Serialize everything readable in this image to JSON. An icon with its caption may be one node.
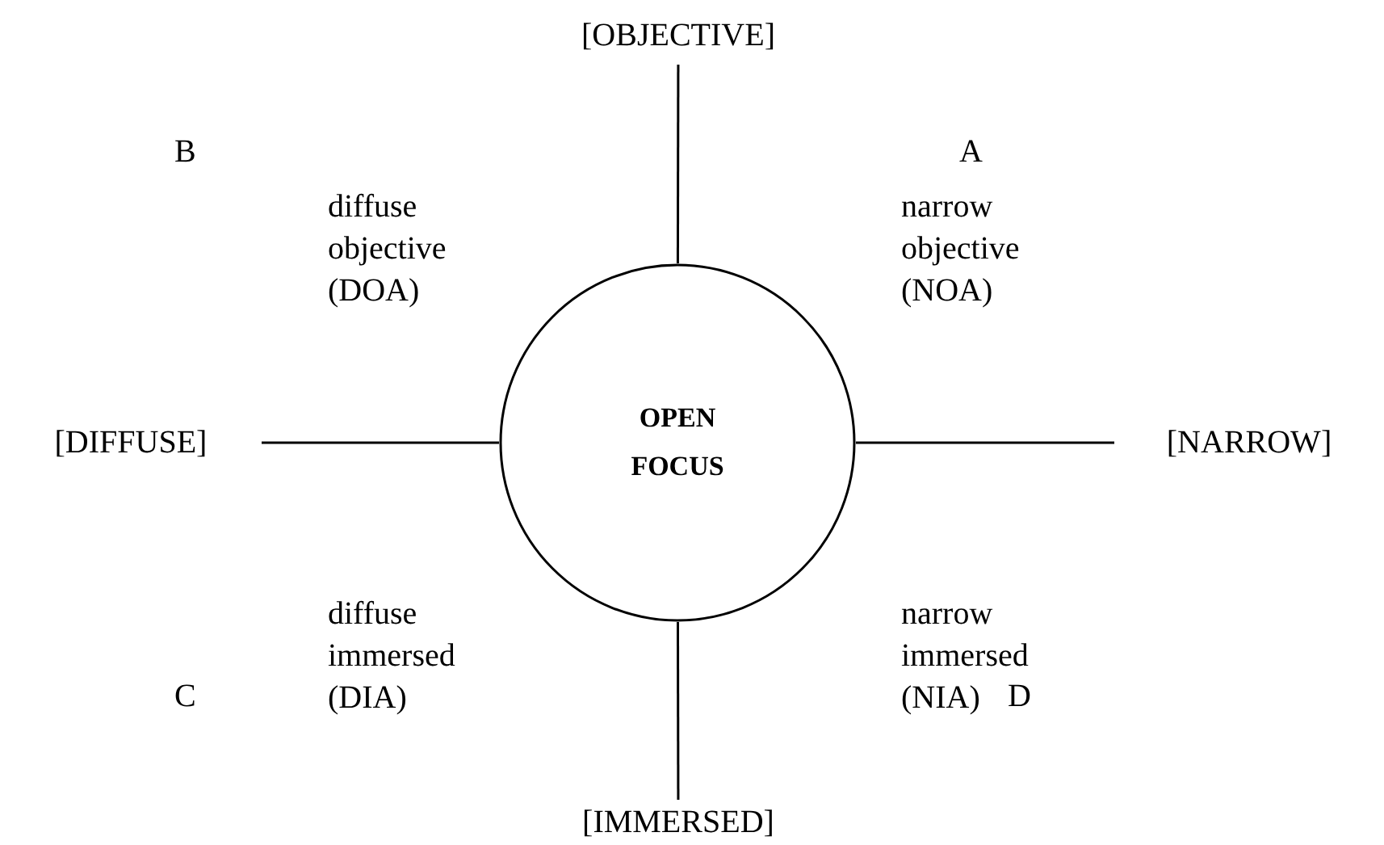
{
  "diagram": {
    "nodes": [
      {
        "text": [
          "OPEN FOCUS"
        ]
      },
      {
        "text": [
          "[OBJECTIVE]"
        ]
      },
      {
        "text": [
          "[DIFFUSE]"
        ]
      },
      {
        "text": [
          "[NARROW]"
        ]
      },
      {
        "text": [
          "[IMMERSED]"
        ]
      }
    ],
    "edges": [
      {
        "from": 0,
        "to": 1,
        "arrow": "none"
      },
      {
        "from": 0,
        "to": 2,
        "arrow": "none"
      },
      {
        "from": 0,
        "to": 3,
        "arrow": "none"
      },
      {
        "from": 0,
        "to": 4,
        "arrow": "none"
      }
    ],
    "labels": [
      "B",
      "A",
      "diffuse objective (DOA)",
      "narrow objective (NOA)",
      "diffuse immersed (DIA)",
      "narrow immersed (NIA)",
      "C",
      "D"
    ]
  }
}
